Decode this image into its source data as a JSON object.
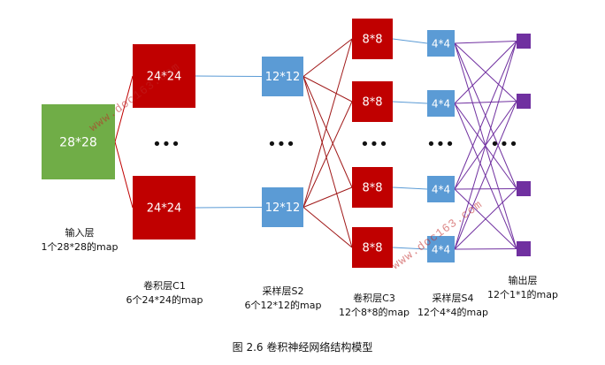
{
  "nodes": {
    "input": "28*28",
    "c1": [
      "24*24",
      "24*24"
    ],
    "s2": [
      "12*12",
      "12*12"
    ],
    "c3": [
      "8*8",
      "8*8",
      "8*8",
      "8*8"
    ],
    "s4": [
      "4*4",
      "4*4",
      "4*4",
      "4*4"
    ],
    "ellipsis": "•••"
  },
  "labels": {
    "input": {
      "name": "输入层",
      "desc": "1个28*28的map"
    },
    "c1": {
      "name": "卷积层C1",
      "desc": "6个24*24的map"
    },
    "s2": {
      "name": "采样层S2",
      "desc": "6个12*12的map"
    },
    "c3": {
      "name": "卷积层C3",
      "desc": "12个8*8的map"
    },
    "s4": {
      "name": "采样层S4",
      "desc": "12个4*4的map"
    },
    "output": {
      "name": "输出层",
      "desc": "12个1*1的map"
    }
  },
  "caption": "图 2.6  卷积神经网络结构模型",
  "watermark": [
    "www.doc163.com",
    "www.doc163.com"
  ],
  "colors": {
    "input": "#70ad47",
    "conv": "#c00000",
    "pool": "#5b9bd5",
    "output": "#7030a0",
    "edge_input_c1": "#c00000",
    "edge_c1_s2": "#5b9bd5",
    "edge_s2_c3": "#a01818",
    "edge_c3_s4": "#5b9bd5",
    "edge_s4_out": "#7030a0"
  }
}
